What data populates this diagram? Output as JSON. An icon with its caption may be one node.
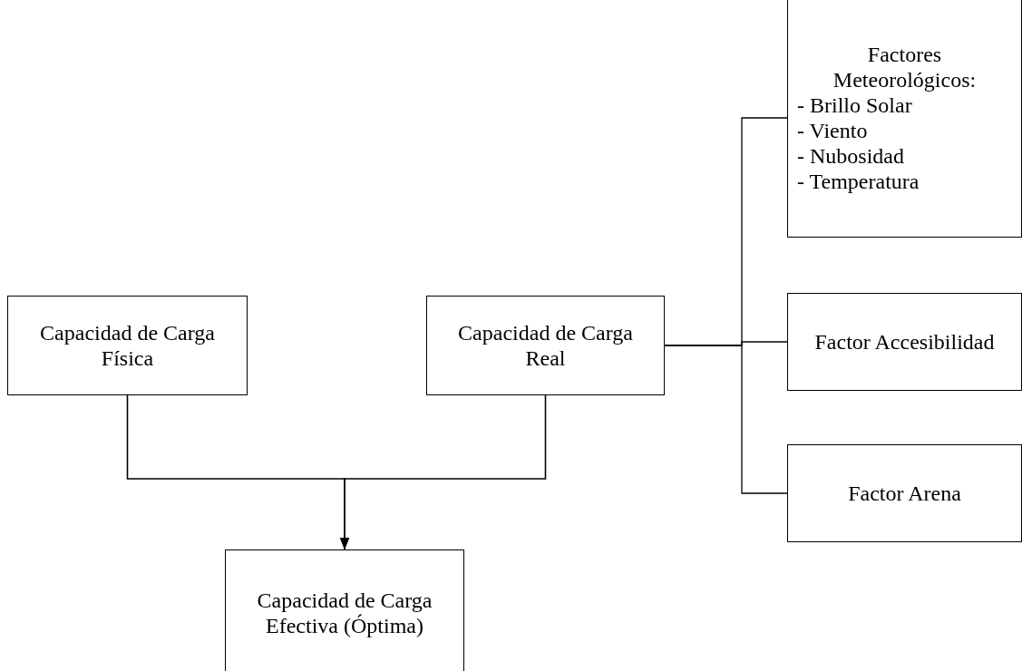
{
  "diagram": {
    "nodes": [
      {
        "text": [
          "Factores Meteorológicos:",
          "- Brillo Solar",
          "- Viento",
          "- Nubosidad",
          "- Temperatura"
        ]
      },
      {
        "text": [
          "Capacidad de Carga Física"
        ]
      },
      {
        "text": [
          "Capacidad de Carga Real"
        ]
      },
      {
        "text": [
          "Factor Accesibilidad"
        ]
      },
      {
        "text": [
          "Factor Arena"
        ]
      },
      {
        "text": [
          "Capacidad de Carga Efectiva (Óptima)"
        ]
      }
    ],
    "edges": [
      {
        "from": 2,
        "to": 0,
        "arrow": "none"
      },
      {
        "from": 2,
        "to": 3,
        "arrow": "none"
      },
      {
        "from": 2,
        "to": 4,
        "arrow": "none"
      },
      {
        "from": 1,
        "to": 5,
        "arrow": "to"
      },
      {
        "from": 2,
        "to": 5,
        "arrow": "to"
      }
    ]
  }
}
